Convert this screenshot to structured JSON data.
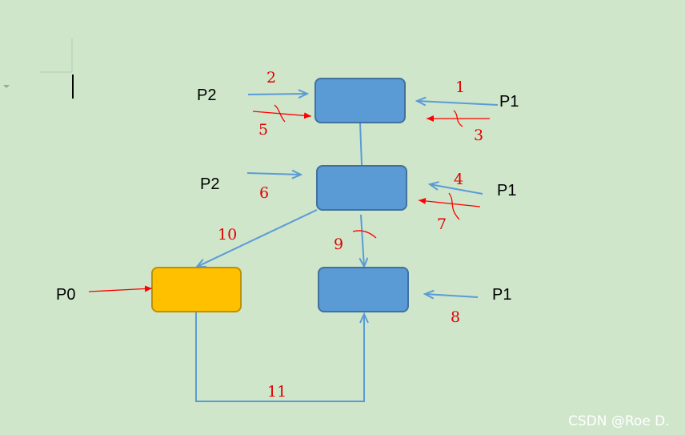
{
  "processes": {
    "p2_top": "P2",
    "p2_mid": "P2",
    "p1_top": "P1",
    "p1_mid": "P1",
    "p1_bottom": "P1",
    "p0": "P0"
  },
  "step_labels": {
    "s1": "1",
    "s2": "2",
    "s3": "3",
    "s4": "4",
    "s5": "5",
    "s6": "6",
    "s7": "7",
    "s8": "8",
    "s9": "9",
    "s10": "10",
    "s11": "11"
  },
  "watermark": "CSDN @Roe D.",
  "colors": {
    "background": "#cfe6cb",
    "node_blue": "#5b9bd5",
    "node_yellow": "#ffc000",
    "annotation_red": "#ff0000"
  }
}
